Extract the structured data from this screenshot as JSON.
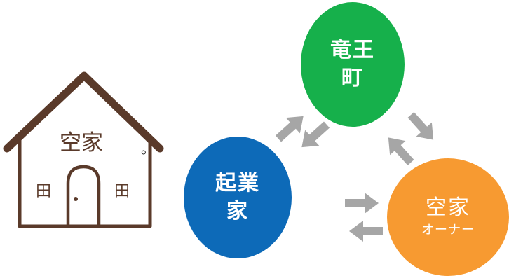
{
  "house": {
    "label": "空家",
    "window_glyph": "田",
    "color": "#5a3a2a"
  },
  "trailing_mark": "。",
  "nodes": {
    "town": {
      "line1": "竜王",
      "line2": "町",
      "color": "#16b04b"
    },
    "entrepreneur": {
      "line1": "起業",
      "line2": "家",
      "color": "#0d6ab8"
    },
    "owner": {
      "line1": "空家",
      "line2": "オーナー",
      "color": "#f79a31"
    }
  },
  "arrow_color": "#a6a6a6"
}
